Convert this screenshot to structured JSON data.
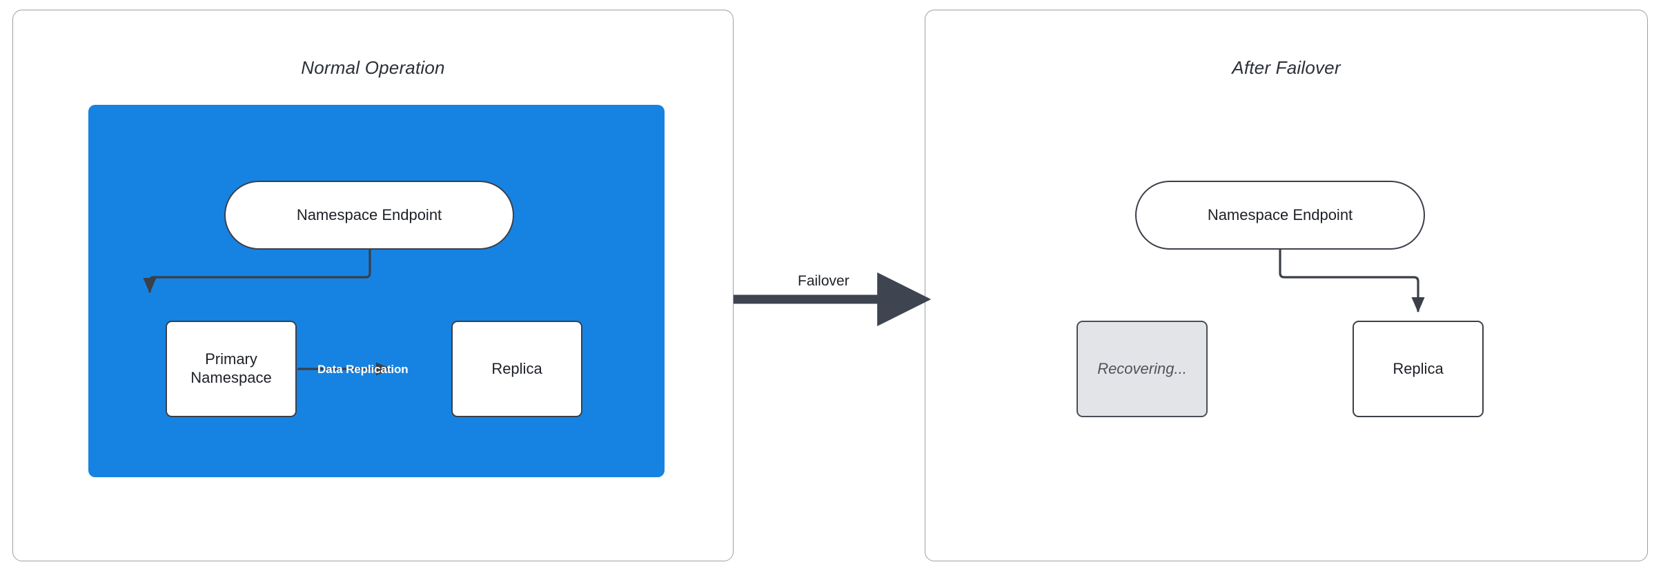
{
  "diagram": {
    "title_left": "Normal Operation",
    "title_right": "After Failover",
    "transition_label": "Failover",
    "colors": {
      "cluster_blue": "#1683e2",
      "node_fill": "#ffffff",
      "node_stroke": "#3b3f48",
      "ghost_fill": "#e2e4e7",
      "ghost_text": "#4f535b",
      "panel_border": "#9aa0a6",
      "edge_stroke": "#3b3f48",
      "edge_label_text": "#ffffff",
      "page_background": "#ffffff"
    }
  },
  "left_panel": {
    "title": "Normal Operation",
    "nodes": [
      {
        "id": "endpoint-left",
        "label": "Namespace Endpoint",
        "shape": "pill",
        "state": "active"
      },
      {
        "id": "primary-left",
        "label": "Primary\nNamespace",
        "shape": "box",
        "state": "active"
      },
      {
        "id": "replica-left",
        "label": "Replica",
        "shape": "box",
        "state": "active"
      }
    ],
    "edges": [
      {
        "from": "endpoint-left",
        "to": "primary-left",
        "label": ""
      },
      {
        "from": "primary-left",
        "to": "replica-left",
        "label": "Data Replication"
      }
    ],
    "primary_label_line1": "Primary",
    "primary_label_line2": "Namespace",
    "endpoint_label": "Namespace Endpoint",
    "replica_label": "Replica",
    "replication_label": "Data Replication"
  },
  "right_panel": {
    "title": "After Failover",
    "nodes": [
      {
        "id": "endpoint-right",
        "label": "Namespace Endpoint",
        "shape": "pill",
        "state": "active"
      },
      {
        "id": "recovering",
        "label": "Recovering...",
        "shape": "box",
        "state": "recovering"
      },
      {
        "id": "replica-right",
        "label": "Replica",
        "shape": "box",
        "state": "promoted"
      }
    ],
    "edges": [
      {
        "from": "endpoint-right",
        "to": "replica-right",
        "label": ""
      }
    ],
    "endpoint_label": "Namespace Endpoint",
    "recovering_label": "Recovering...",
    "replica_label": "Replica"
  }
}
